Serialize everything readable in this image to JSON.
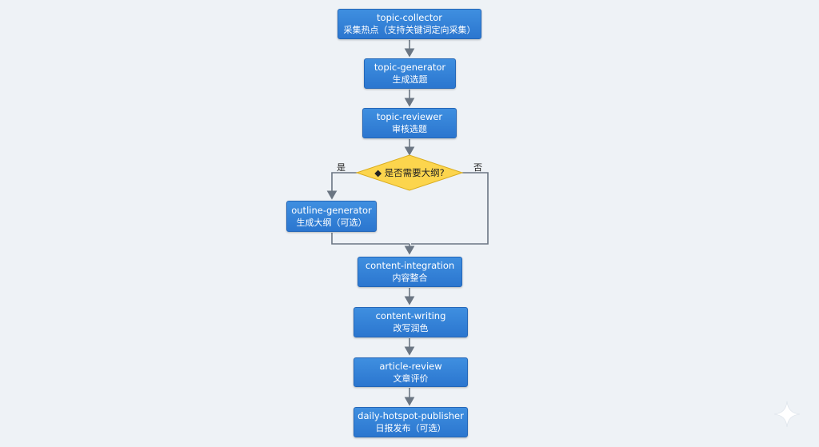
{
  "nodes": [
    {
      "id": "topic-collector",
      "name": "topic-collector",
      "desc": "采集热点（支持关键词定向采集）"
    },
    {
      "id": "topic-generator",
      "name": "topic-generator",
      "desc": "生成选题"
    },
    {
      "id": "topic-reviewer",
      "name": "topic-reviewer",
      "desc": "审核选题"
    },
    {
      "id": "outline-generator",
      "name": "outline-generator",
      "desc": "生成大纲（可选）"
    },
    {
      "id": "content-integration",
      "name": "content-integration",
      "desc": "内容整合"
    },
    {
      "id": "content-writing",
      "name": "content-writing",
      "desc": "改写润色"
    },
    {
      "id": "article-review",
      "name": "article-review",
      "desc": "文章评价"
    },
    {
      "id": "daily-hotspot-publisher",
      "name": "daily-hotspot-publisher",
      "desc": "日报发布（可选）"
    }
  ],
  "decision": {
    "text": "◆ 是否需要大纲?",
    "yes_label": "是",
    "no_label": "否"
  },
  "colors": {
    "node_fill": "#2f7fd6",
    "decision_fill": "#fcd54d",
    "arrow": "#6b7683",
    "background": "#eef2f6"
  }
}
